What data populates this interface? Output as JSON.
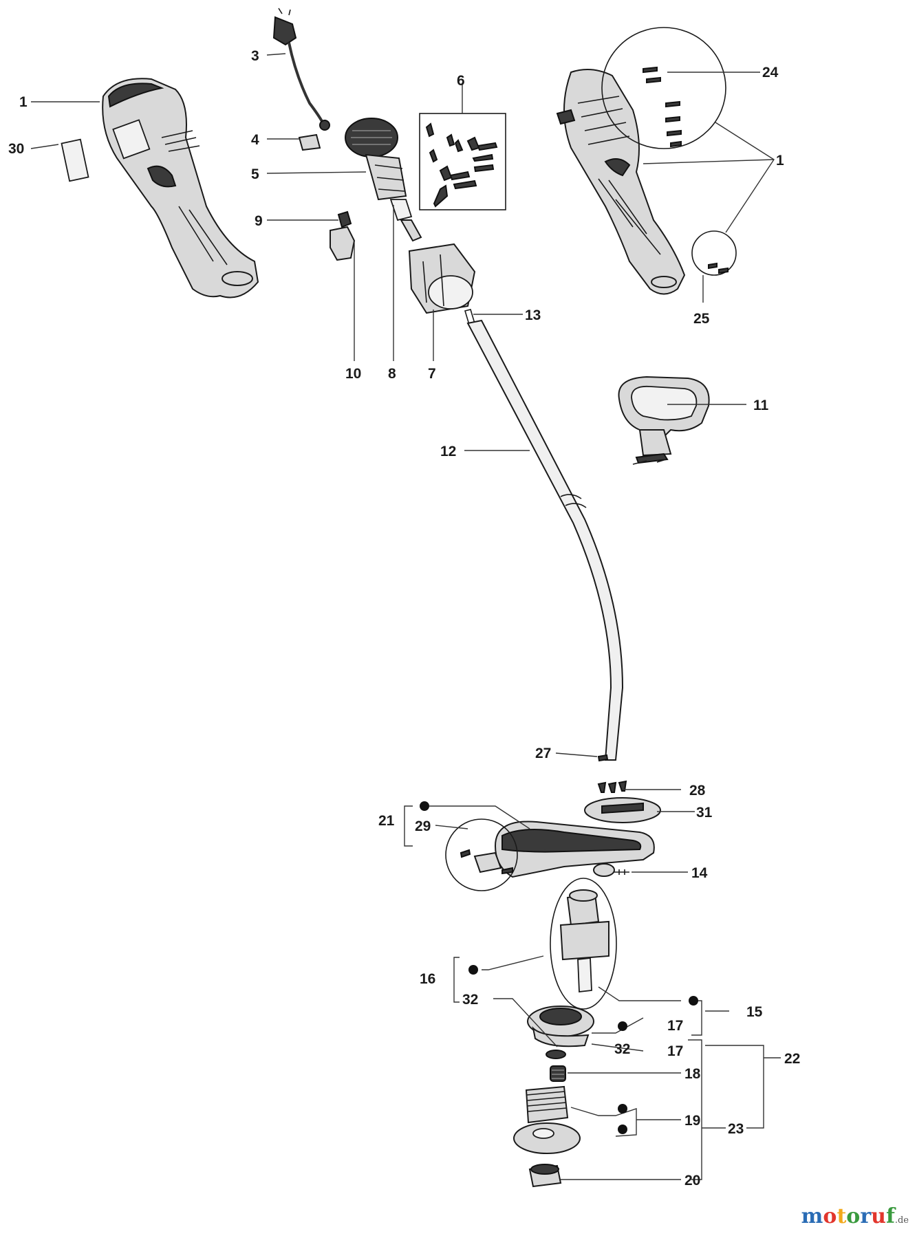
{
  "callouts": {
    "c1a": "1",
    "c1b": "1",
    "c3": "3",
    "c4": "4",
    "c5": "5",
    "c6": "6",
    "c7": "7",
    "c8": "8",
    "c9": "9",
    "c10": "10",
    "c11": "11",
    "c12": "12",
    "c13": "13",
    "c14": "14",
    "c15": "15",
    "c16": "16",
    "c17a": "17",
    "c17b": "17",
    "c18": "18",
    "c19": "19",
    "c20": "20",
    "c21": "21",
    "c22": "22",
    "c23": "23",
    "c24": "24",
    "c25": "25",
    "c27": "27",
    "c28": "28",
    "c29": "29",
    "c30": "30",
    "c31": "31",
    "c32a": "32",
    "c32b": "32"
  },
  "brand": {
    "m": "m",
    "o1": "o",
    "t": "t",
    "o2": "o",
    "r": "r",
    "u": "u",
    "f": "f",
    "tld": ".de"
  }
}
